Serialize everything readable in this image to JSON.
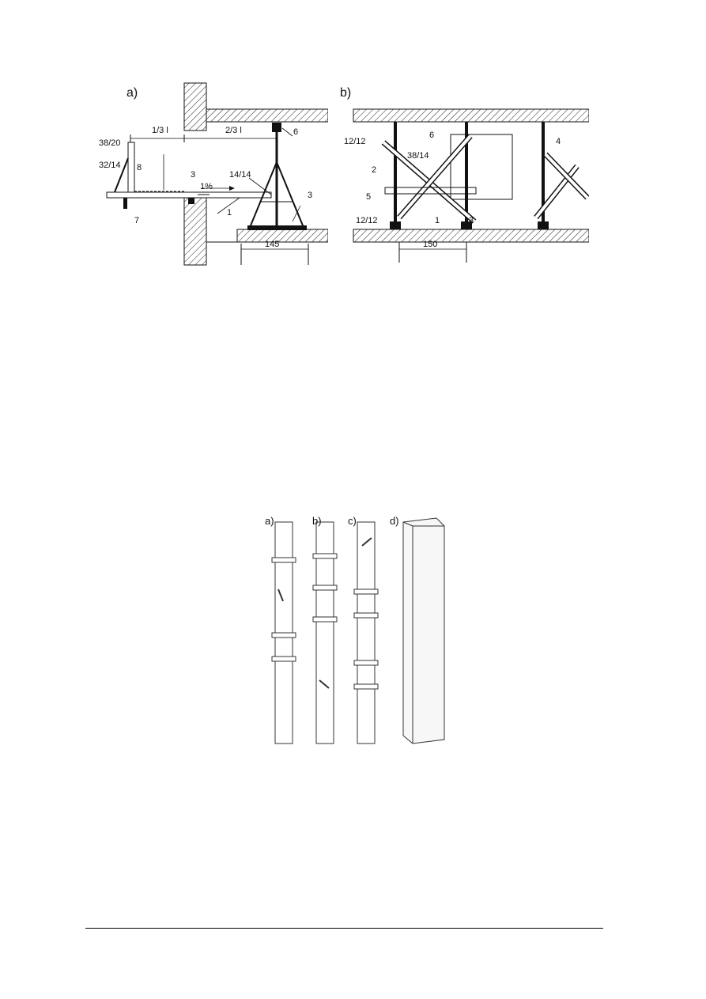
{
  "figure_top": {
    "panel_a": {
      "tag": "a)",
      "labels": {
        "one_third": "1/3 l",
        "two_thirds": "2/3 l",
        "l38_20": "38/20",
        "l32_14": "32/14",
        "l8": "8",
        "l3_small": "3",
        "l14_14": "14/14",
        "l1pct": "1%",
        "l1": "1",
        "l3": "3",
        "l6": "6",
        "l7": "7",
        "dim145": "145"
      }
    },
    "panel_b": {
      "tag": "b)",
      "labels": {
        "l12_12_top": "12/12",
        "l6": "6",
        "l38_14": "38/14",
        "l2": "2",
        "l4": "4",
        "l5": "5",
        "l1": "1",
        "l3": "3",
        "l12_12_bottom": "12/12",
        "dim150": "150"
      }
    }
  },
  "figure_bottom": {
    "tags": [
      "a)",
      "b)",
      "c)",
      "d)"
    ]
  }
}
